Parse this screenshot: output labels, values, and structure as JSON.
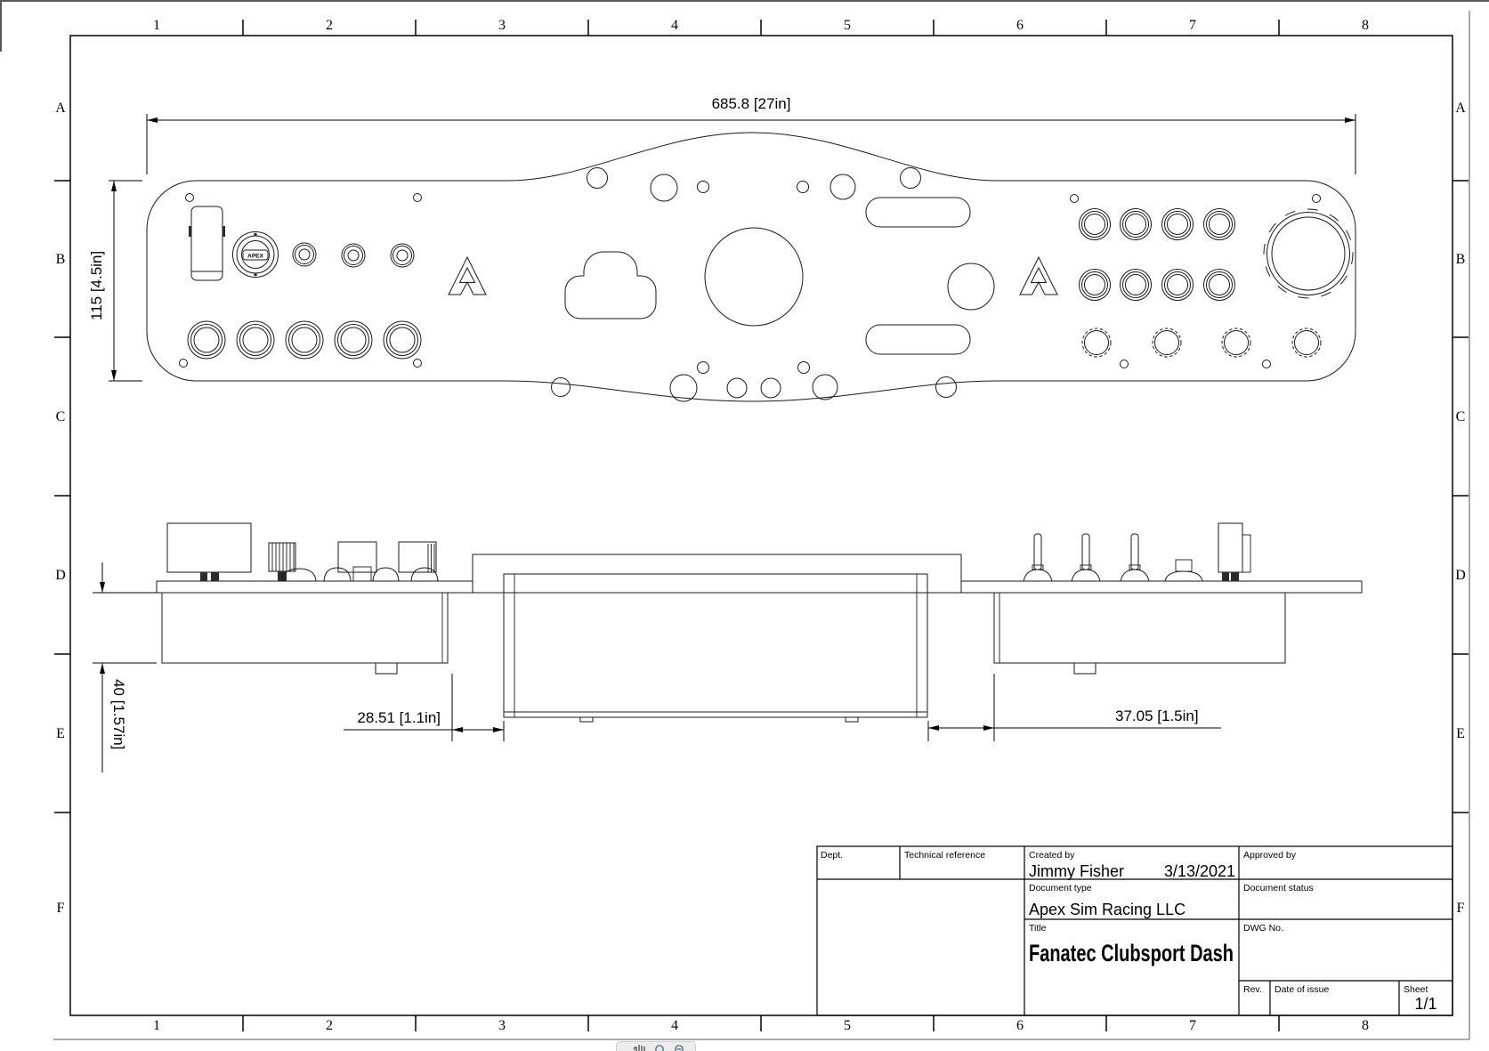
{
  "grid": {
    "cols": [
      "1",
      "2",
      "3",
      "4",
      "5",
      "6",
      "7",
      "8"
    ],
    "rows": [
      "A",
      "B",
      "C",
      "D",
      "E",
      "F"
    ]
  },
  "top_view": {
    "width_dim": "685.8 [27in]",
    "height_dim": "115 [4.5in]",
    "apex_button_label": "APEX"
  },
  "side_view": {
    "depth_dim": "40 [1.57in]",
    "left_gap_dim": "28.51 [1.1in]",
    "right_gap_dim": "37.05 [1.5in]"
  },
  "title_block": {
    "dept_label": "Dept.",
    "technical_reference_label": "Technical reference",
    "created_by_label": "Created by",
    "created_by": "Jimmy Fisher",
    "created_date": "3/13/2021",
    "approved_by_label": "Approved by",
    "document_type_label": "Document type",
    "document_type": "Apex Sim Racing LLC",
    "document_status_label": "Document status",
    "title_label": "Title",
    "title": "Fanatec Clubsport Dash",
    "dwg_no_label": "DWG No.",
    "rev_label": "Rev.",
    "date_of_issue_label": "Date of issue",
    "sheet_label": "Sheet",
    "sheet": "1/1"
  }
}
